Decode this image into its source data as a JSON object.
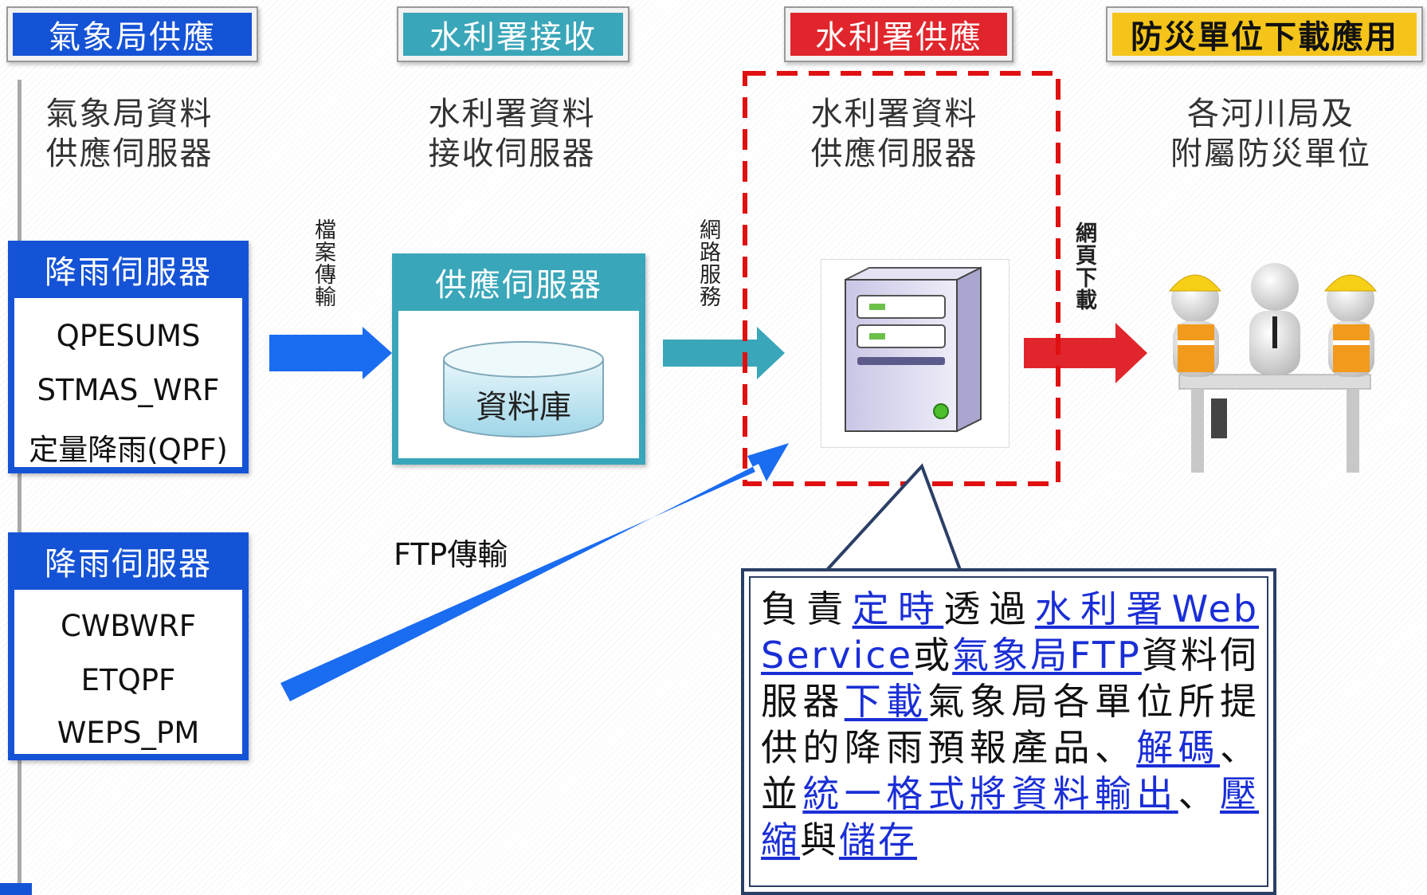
{
  "headers": [
    {
      "label": "氣象局供應",
      "color": "#1553d6"
    },
    {
      "label": "水利署接收",
      "color": "#3aa6b9"
    },
    {
      "label": "水利署供應",
      "color": "#e0262c"
    },
    {
      "label": "防災單位下載應用",
      "color": "#f4c41a"
    }
  ],
  "subtitles": {
    "cwb": "氣象局資料\n供應伺服器",
    "wra_receive": "水利署資料\n接收伺服器",
    "wra_supply": "水利署資料\n供應伺服器",
    "units": "各河川局及\n附屬防災單位"
  },
  "rain_server_1": {
    "title": "降雨伺服器",
    "items": [
      "QPESUMS",
      "STMAS_WRF",
      "定量降雨(QPF)"
    ]
  },
  "rain_server_2": {
    "title": "降雨伺服器",
    "items": [
      "CWBWRF",
      "ETQPF",
      "WEPS_PM"
    ]
  },
  "supply_server": {
    "title": "供應伺服器",
    "database": "資料庫"
  },
  "arrow_labels": {
    "file_transfer": "檔案傳輸",
    "network_service": "網路服務",
    "web_download": "網頁下載",
    "ftp": "FTP傳輸"
  },
  "callout": {
    "segments": [
      {
        "text": "負責",
        "hl": false
      },
      {
        "text": "定時",
        "hl": true
      },
      {
        "text": "透過",
        "hl": false
      },
      {
        "text": "水利署Web Service",
        "hl": true
      },
      {
        "text": "或",
        "hl": false
      },
      {
        "text": "氣象局FTP",
        "hl": true
      },
      {
        "text": "資料伺服器",
        "hl": false
      },
      {
        "text": "下載",
        "hl": true
      },
      {
        "text": "氣象局各單位所提供的降雨預報產品、",
        "hl": false
      },
      {
        "text": "解碼",
        "hl": true
      },
      {
        "text": "、並",
        "hl": false
      },
      {
        "text": "統一格式將資料",
        "hl": true
      },
      {
        "text": "輸出",
        "hl": true
      },
      {
        "text": "、",
        "hl": false
      },
      {
        "text": "壓縮",
        "hl": true
      },
      {
        "text": "與",
        "hl": false
      },
      {
        "text": "儲存",
        "hl": true
      }
    ]
  },
  "colors": {
    "blue": "#1553d6",
    "teal": "#3aa6b9",
    "red": "#e0262c",
    "yellow": "#f4c41a"
  }
}
